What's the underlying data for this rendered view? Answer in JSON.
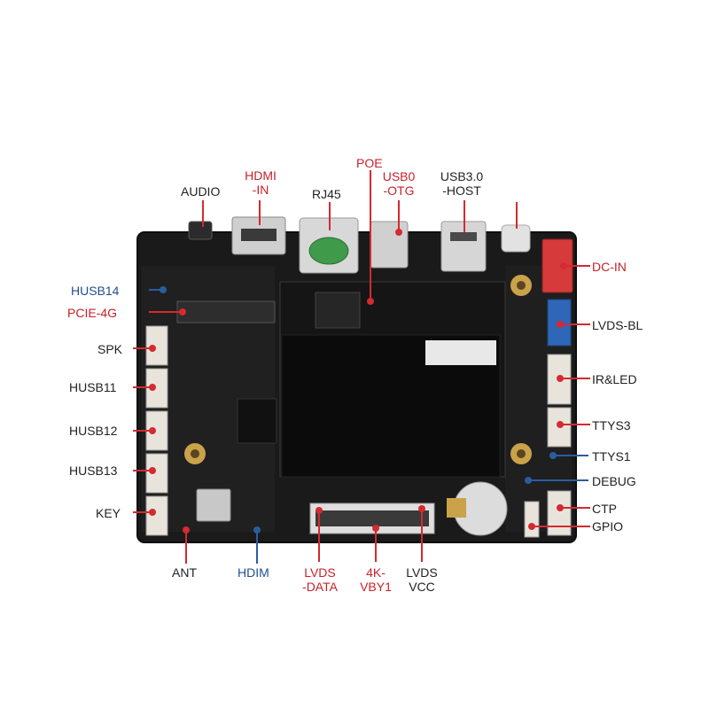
{
  "colors": {
    "board": "#1a1a1a",
    "board_edge": "#0d0d0d",
    "heatsink": "#0b0b0b",
    "pointer_red": "#d42a30",
    "pointer_blue": "#2a5d9f",
    "connector_white": "#e8e4dc",
    "connector_blue": "#2e66b8",
    "connector_red": "#d63a3a",
    "gold": "#c9a24a",
    "rj45_green": "#3f9a4a",
    "label_red": "#c8202a",
    "label_blue": "#1f4f8f"
  },
  "labels": {
    "audio": "AUDIO",
    "hdmi_in_1": "HDMI",
    "hdmi_in_2": "-IN",
    "rj45": "RJ45",
    "poe": "POE",
    "usb0_otg_1": "USB0",
    "usb0_otg_2": "-OTG",
    "usb3_1": "USB3.0",
    "usb3_2": "-HOST",
    "dc_in": "DC-IN",
    "husb14": "HUSB14",
    "pcie_4g": "PCIE-4G",
    "spk": "SPK",
    "husb11": "HUSB11",
    "husb12": "HUSB12",
    "husb13": "HUSB13",
    "key": "KEY",
    "lvds_bl": "LVDS-BL",
    "ir_led": "IR&LED",
    "ttys3": "TTYS3",
    "ttys1": "TTYS1",
    "debug": "DEBUG",
    "ctp": "CTP",
    "gpio": "GPIO",
    "ant": "ANT",
    "hdim": "HDIM",
    "lvds_data_1": "LVDS",
    "lvds_data_2": "-DATA",
    "vby1_1": "4K-",
    "vby1_2": "VBY1",
    "lvds_vcc_1": "LVDS",
    "lvds_vcc_2": "VCC"
  }
}
